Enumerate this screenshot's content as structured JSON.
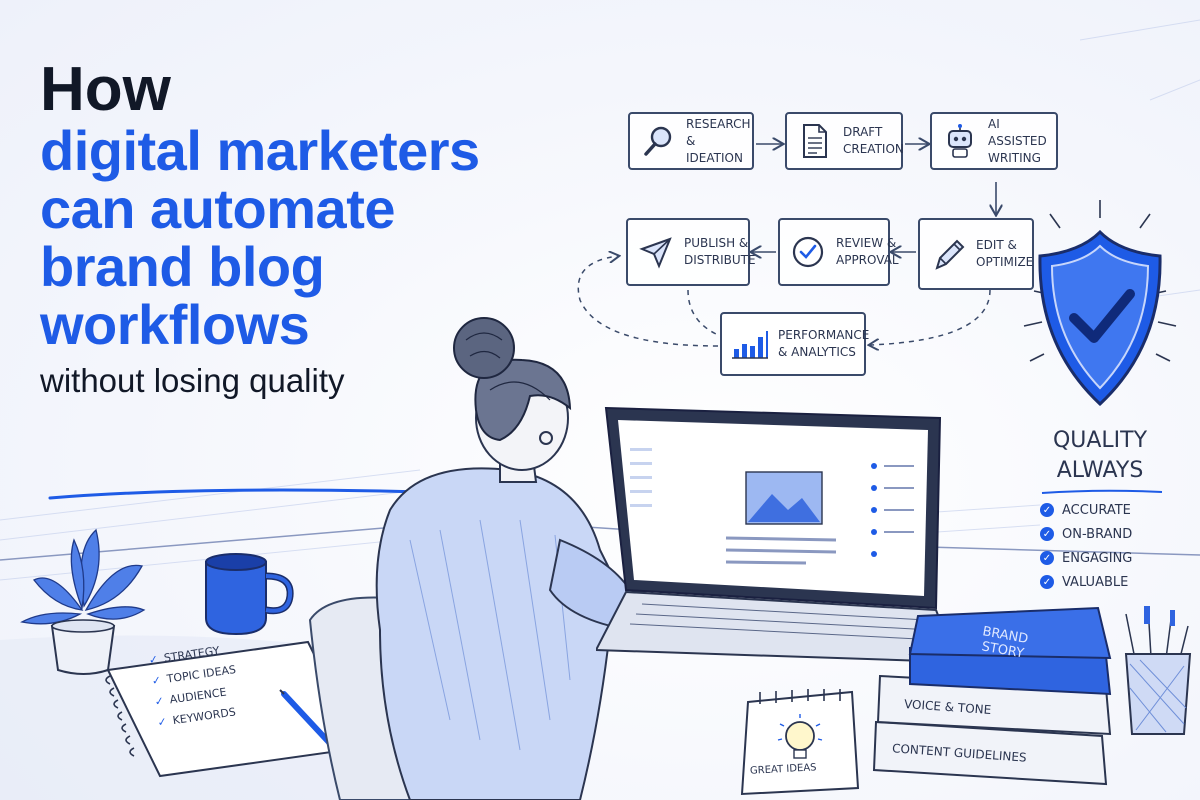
{
  "headline": {
    "line1": "How",
    "line2": "digital marketers",
    "line3": "can automate",
    "line4": "brand blog",
    "line5": "workflows",
    "subline": "without losing quality"
  },
  "workflow": {
    "steps": [
      {
        "line1": "Research",
        "line2": "& Ideation",
        "icon": "magnifier-icon"
      },
      {
        "line1": "Draft",
        "line2": "Creation",
        "icon": "document-icon"
      },
      {
        "line1": "AI Assisted",
        "line2": "Writing",
        "icon": "robot-icon"
      },
      {
        "line1": "Edit &",
        "line2": "Optimize",
        "icon": "pencil-icon"
      },
      {
        "line1": "Review &",
        "line2": "Approval",
        "icon": "checkmark-circle-icon"
      },
      {
        "line1": "Publish &",
        "line2": "Distribute",
        "icon": "paper-plane-icon"
      },
      {
        "line1": "Performance",
        "line2": "& Analytics",
        "icon": "bar-chart-icon"
      }
    ]
  },
  "quality": {
    "title_line1": "Quality",
    "title_line2": "Always",
    "items": [
      "Accurate",
      "On-Brand",
      "Engaging",
      "Valuable"
    ]
  },
  "notebook": {
    "items": [
      "Strategy",
      "Topic Ideas",
      "Audience",
      "Keywords"
    ]
  },
  "books": {
    "top": "Brand Story",
    "middle": "Voice & Tone",
    "bottom": "Content Guidelines"
  },
  "notepad": {
    "label": "Great Ideas"
  },
  "colors": {
    "accent": "#1e5be6",
    "ink": "#2b3550",
    "headline_dark": "#111827"
  }
}
